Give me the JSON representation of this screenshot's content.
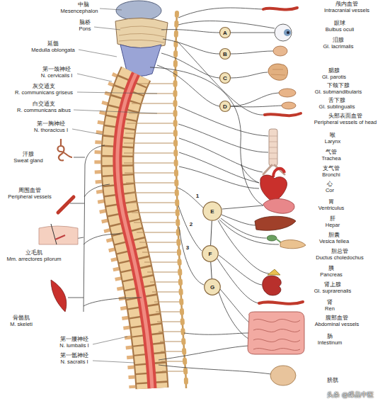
{
  "diagram": {
    "nodes": [
      {
        "text": [
          "A"
        ]
      },
      {
        "text": [
          "B"
        ]
      },
      {
        "text": [
          "C"
        ]
      },
      {
        "text": [
          "D"
        ]
      },
      {
        "text": [
          "E"
        ]
      },
      {
        "text": [
          "F"
        ]
      },
      {
        "text": [
          "G"
        ]
      }
    ],
    "edges": [
      {
        "from": 4,
        "to": 5,
        "arrow": "none"
      },
      {
        "from": 5,
        "to": 6,
        "arrow": "none"
      }
    ],
    "labels": [
      "中脑",
      "Mesencephalon",
      "脑桥",
      "Pons",
      "延髓",
      "Medulla oblongata",
      "第一颈神经",
      "N. cervicalis I",
      "灰交通支",
      "R. communicans griseus",
      "白交通支",
      "R. communicans albus",
      "第一胸神经",
      "N. thoracicus I",
      "汗腺",
      "Sweat gland",
      "周围血管",
      "Peripheral vessels",
      "立毛肌",
      "Mm. arrectores pilorum",
      "骨骼肌",
      "M. skeleti",
      "第一腰神经",
      "N. lumbalis I",
      "第一骶神经",
      "N. sacralis I",
      "颅内血管",
      "Intracranial vessels",
      "眼球",
      "Bulbus oculi",
      "泪腺",
      "Gl. lacrimalis",
      "腮腺",
      "Gl. parotis",
      "下颌下腺",
      "Gl. submandibularis",
      "舌下腺",
      "Gl. sublingualis",
      "头部表面血管",
      "Peripheral vessels of head",
      "喉",
      "Larynx",
      "气管",
      "Trachea",
      "支气管",
      "Bronchi",
      "心",
      "Cor",
      "胃",
      "Ventriculus",
      "肝",
      "Hepar",
      "胆囊",
      "Vesica fellea",
      "胆总管",
      "Ductus choledochus",
      "胰",
      "Pancreas",
      "肾上腺",
      "Gl. suprarenalis",
      "肾",
      "Ren",
      "腹部血管",
      "Abdominal vessels",
      "肠",
      "Intestinum",
      "膀胱",
      "1",
      "2",
      "3",
      "头条 @爆品中医"
    ]
  }
}
